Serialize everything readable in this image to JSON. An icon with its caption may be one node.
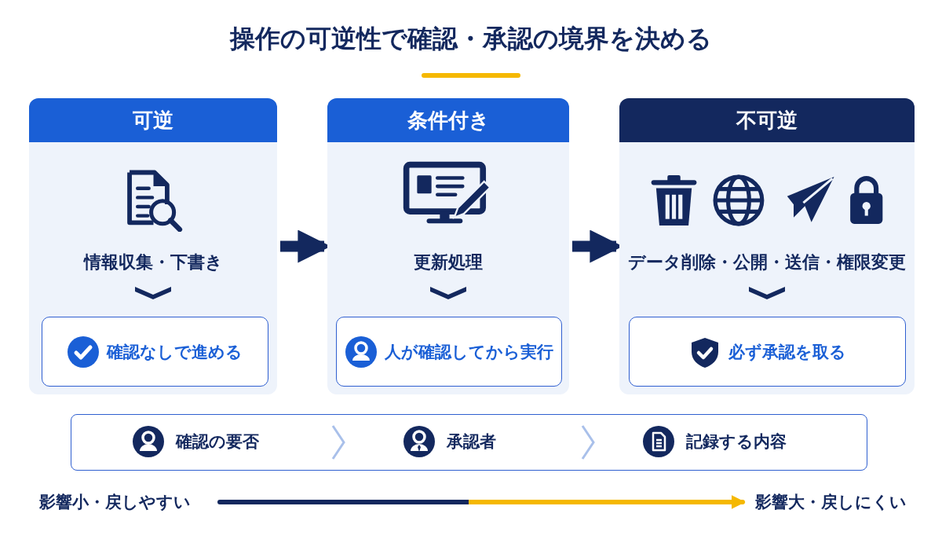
{
  "diagram": {
    "title": "操作の可逆性で確認・承認の境界を決める",
    "nodes": [
      {
        "text": [
          "可逆",
          "情報収集・下書き"
        ]
      },
      {
        "text": [
          "確認なしで進める"
        ],
        "in": 0
      },
      {
        "text": [
          "条件付き",
          "更新処理"
        ]
      },
      {
        "text": [
          "人が確認してから実行"
        ],
        "in": 2
      },
      {
        "text": [
          "不可逆",
          "データ削除・公開・送信・権限変更"
        ]
      },
      {
        "text": [
          "必ず承認を取る"
        ],
        "in": 4
      },
      {
        "text": [
          "影響小・戻しやすい"
        ]
      },
      {
        "text": [
          "影響大・戻しにくい"
        ]
      }
    ],
    "edges": [
      {
        "from": 0,
        "to": 2,
        "arrow": "to"
      },
      {
        "from": 2,
        "to": 4,
        "arrow": "to"
      },
      {
        "from": 6,
        "to": 7,
        "arrow": "to"
      }
    ],
    "labels": [
      "確認の要否",
      "承認者",
      "記録する内容"
    ]
  }
}
